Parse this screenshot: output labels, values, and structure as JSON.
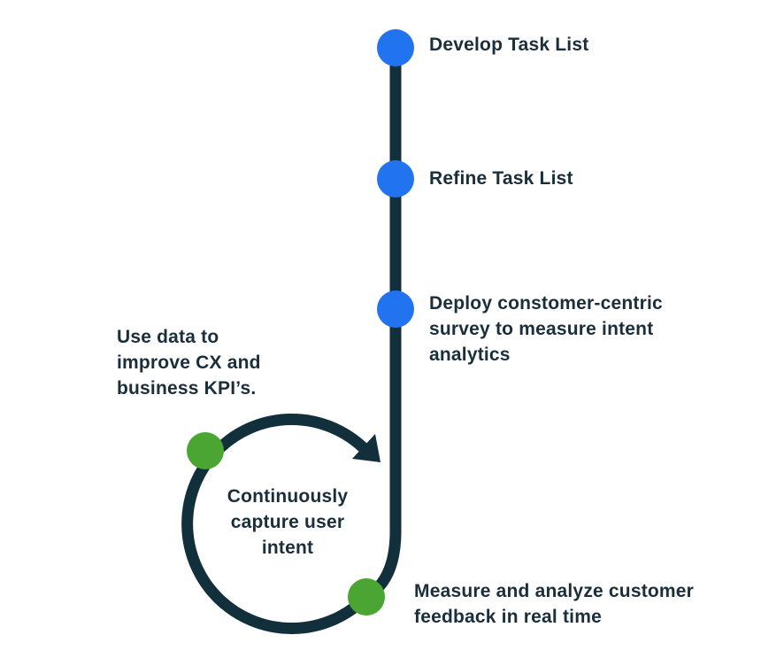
{
  "colors": {
    "line": "#12303b",
    "node_blue": "#2273f0",
    "node_green": "#4aa532",
    "text": "#1a2e3b"
  },
  "steps": [
    {
      "label": "Develop Task List",
      "node_color": "blue"
    },
    {
      "label": "Refine Task List",
      "node_color": "blue"
    },
    {
      "label": "Deploy constomer-centric survey to measure intent analytics",
      "node_color": "blue"
    },
    {
      "label": "Measure and analyze customer feedback in real time",
      "node_color": "green"
    },
    {
      "label": "Use data to improve CX and business KPI’s.",
      "node_color": "green"
    }
  ],
  "loop": {
    "center_label": "Continuously capture user intent",
    "arrow_icon": "arrowhead-icon"
  }
}
